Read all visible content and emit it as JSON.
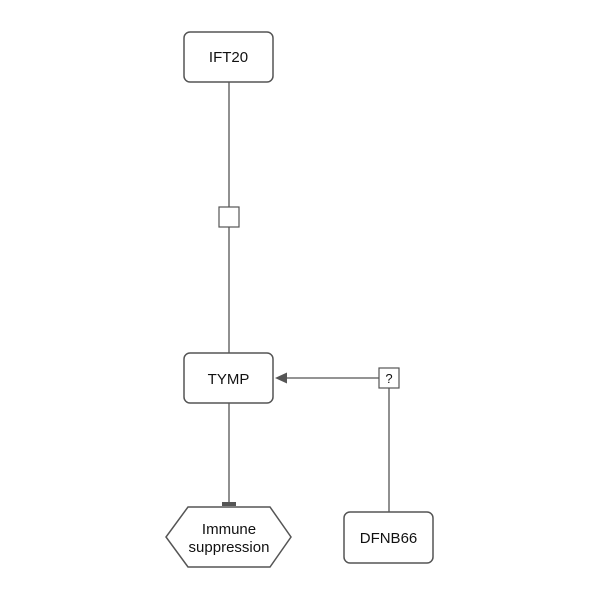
{
  "nodes": {
    "ift20": {
      "label": "IFT20",
      "shape": "rounded-rectangle"
    },
    "tymp": {
      "label": "TYMP",
      "shape": "rounded-rectangle"
    },
    "dfnb66": {
      "label": "DFNB66",
      "shape": "rounded-rectangle"
    },
    "immune": {
      "label_line1": "Immune",
      "label_line2": "suppression",
      "shape": "hexagon"
    }
  },
  "edges": [
    {
      "from": "IFT20",
      "to": "TYMP",
      "type": "activation",
      "marker": ""
    },
    {
      "from": "DFNB66",
      "to": "TYMP",
      "type": "activation",
      "marker": "?"
    },
    {
      "from": "TYMP",
      "to": "Immune suppression",
      "type": "inhibition"
    }
  ],
  "colors": {
    "stroke": "#555555",
    "text": "#111111",
    "background": "#ffffff"
  }
}
